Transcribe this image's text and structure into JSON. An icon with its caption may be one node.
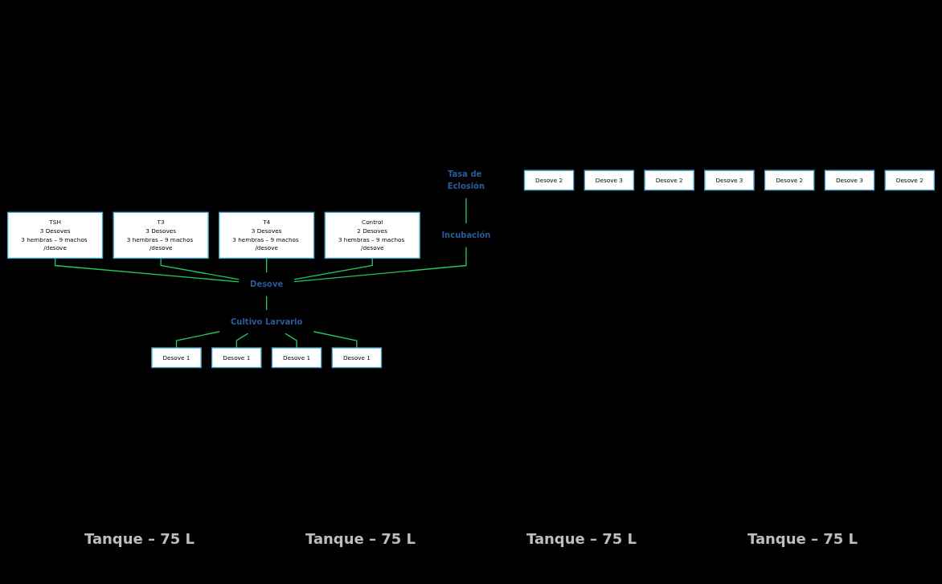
{
  "diagram": {
    "nodes": [
      {
        "text": [
          "TSH",
          "3 Desoves",
          "3 hembras – 9 machos /desove"
        ]
      },
      {
        "text": [
          "T3",
          "3 Desoves",
          "3 hembras – 9 machos /desove"
        ]
      },
      {
        "text": [
          "T4",
          "3 Desoves",
          "3 hembras – 9 machos /desove"
        ]
      },
      {
        "text": [
          "Control",
          "2 Desoves",
          "3 hembras – 9 machos /desove"
        ]
      },
      {
        "text": [
          "Desove"
        ]
      },
      {
        "text": [
          "Tasa de Eclosión"
        ]
      },
      {
        "text": [
          "Incubación"
        ]
      },
      {
        "text": [
          "Cultivo Larvario"
        ]
      },
      {
        "text": [
          "Desove 1"
        ]
      },
      {
        "text": [
          "Desove 2"
        ]
      },
      {
        "text": [
          "Desove 3"
        ]
      },
      {
        "text": [
          "Desove 1"
        ]
      },
      {
        "text": [
          "Desove 2"
        ]
      },
      {
        "text": [
          "Desove 3"
        ]
      },
      {
        "text": [
          "Desove 1"
        ]
      },
      {
        "text": [
          "Desove 2"
        ]
      },
      {
        "text": [
          "Desove 3"
        ]
      },
      {
        "text": [
          "Desove 1"
        ]
      },
      {
        "text": [
          "Desove 2"
        ]
      }
    ],
    "edges": [
      {
        "from": 0,
        "to": 4,
        "arrow": "none"
      },
      {
        "from": 1,
        "to": 4,
        "arrow": "none"
      },
      {
        "from": 2,
        "to": 4,
        "arrow": "none"
      },
      {
        "from": 3,
        "to": 4,
        "arrow": "none"
      },
      {
        "from": 4,
        "to": 7,
        "arrow": "none"
      },
      {
        "from": 5,
        "to": 6,
        "arrow": "none"
      },
      {
        "from": 6,
        "to": 4,
        "arrow": "none"
      },
      {
        "from": 7,
        "to": 8,
        "arrow": "none"
      },
      {
        "from": 7,
        "to": 11,
        "arrow": "none"
      },
      {
        "from": 7,
        "to": 14,
        "arrow": "none"
      },
      {
        "from": 7,
        "to": 17,
        "arrow": "none"
      }
    ],
    "labels": [
      "Tanque – 75 L",
      "Tanque – 75 L",
      "Tanque – 75 L",
      "Tanque – 75 L"
    ]
  }
}
